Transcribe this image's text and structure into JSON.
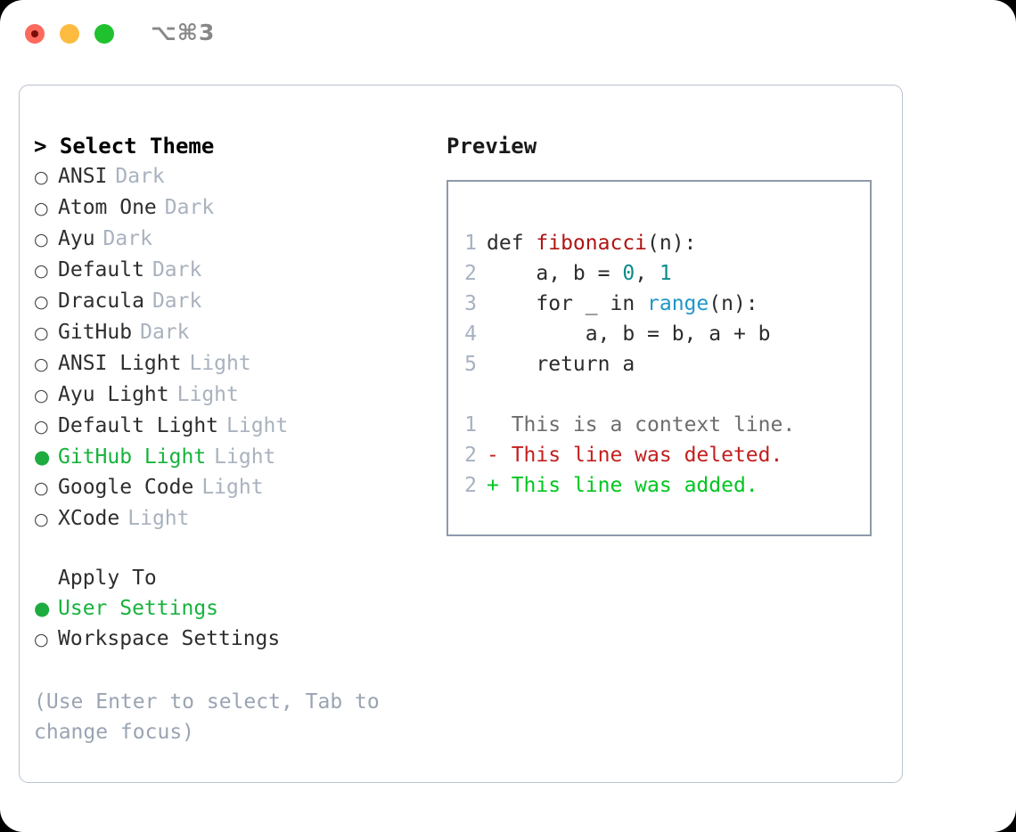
{
  "window": {
    "shortcut": "⌥⌘3",
    "traffic_lights": [
      "close",
      "minimize",
      "maximize"
    ],
    "colors": {
      "close": "#fc6a5d",
      "minimize": "#fdbc40",
      "maximize": "#1fc22e",
      "accent_green": "#16b33c",
      "panel_border": "#b9c2cf",
      "code_border": "#8d9aab",
      "muted": "#a9b2be",
      "hint": "#9aa4b2"
    }
  },
  "theme_selector": {
    "heading": "> Select Theme",
    "selected_index": 9,
    "items": [
      {
        "bullet": "○",
        "name": "ANSI",
        "category": "Dark",
        "selected": false
      },
      {
        "bullet": "○",
        "name": "Atom One",
        "category": "Dark",
        "selected": false
      },
      {
        "bullet": "○",
        "name": "Ayu",
        "category": "Dark",
        "selected": false
      },
      {
        "bullet": "○",
        "name": "Default",
        "category": "Dark",
        "selected": false
      },
      {
        "bullet": "○",
        "name": "Dracula",
        "category": "Dark",
        "selected": false
      },
      {
        "bullet": "○",
        "name": "GitHub",
        "category": "Dark",
        "selected": false
      },
      {
        "bullet": "○",
        "name": "ANSI Light",
        "category": "Light",
        "selected": false
      },
      {
        "bullet": "○",
        "name": "Ayu Light",
        "category": "Light",
        "selected": false
      },
      {
        "bullet": "○",
        "name": "Default Light",
        "category": "Light",
        "selected": false
      },
      {
        "bullet": "●",
        "name": "GitHub Light",
        "category": "Light",
        "selected": true
      },
      {
        "bullet": "○",
        "name": "Google Code",
        "category": "Light",
        "selected": false
      },
      {
        "bullet": "○",
        "name": "XCode",
        "category": "Light",
        "selected": false
      }
    ]
  },
  "apply_to": {
    "heading": "Apply To",
    "selected_index": 0,
    "items": [
      {
        "bullet": "●",
        "name": "User Settings",
        "selected": true
      },
      {
        "bullet": "○",
        "name": "Workspace Settings",
        "selected": false
      }
    ]
  },
  "hint": "(Use Enter to select, Tab to change focus)",
  "preview": {
    "title": "Preview",
    "code_lines": [
      {
        "num": "1",
        "parts": [
          {
            "text": "def ",
            "token": "plain"
          },
          {
            "text": "fibonacci",
            "token": "fn"
          },
          {
            "text": "(n):",
            "token": "plain"
          }
        ]
      },
      {
        "num": "2",
        "parts": [
          {
            "text": "    a, b = ",
            "token": "plain"
          },
          {
            "text": "0",
            "token": "num"
          },
          {
            "text": ", ",
            "token": "plain"
          },
          {
            "text": "1",
            "token": "num"
          }
        ]
      },
      {
        "num": "3",
        "parts": [
          {
            "text": "    for _ in ",
            "token": "plain"
          },
          {
            "text": "range",
            "token": "call"
          },
          {
            "text": "(n):",
            "token": "plain"
          }
        ]
      },
      {
        "num": "4",
        "parts": [
          {
            "text": "        a, b = b, a + b",
            "token": "plain"
          }
        ]
      },
      {
        "num": "5",
        "parts": [
          {
            "text": "    return a",
            "token": "plain"
          }
        ]
      }
    ],
    "diff_lines": [
      {
        "num": "1",
        "marker": "  ",
        "text": "This is a context line.",
        "kind": "context"
      },
      {
        "num": "2",
        "marker": "- ",
        "text": "This line was deleted.",
        "kind": "deleted"
      },
      {
        "num": "2",
        "marker": "+ ",
        "text": "This line was added.",
        "kind": "added"
      }
    ]
  }
}
